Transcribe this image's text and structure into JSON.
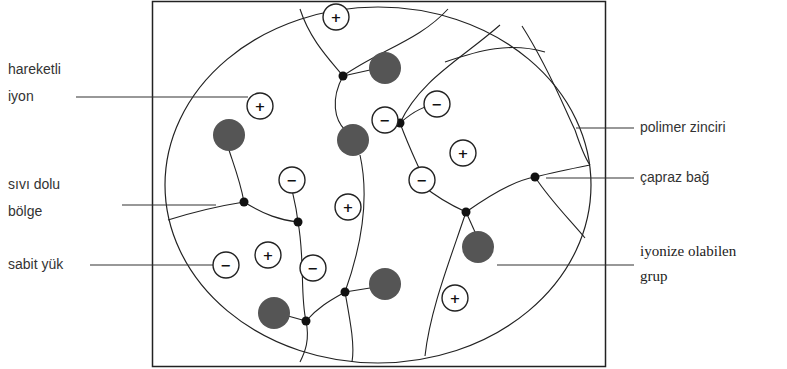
{
  "diagram": {
    "nodes": [
      {
        "text": [
          "+"
        ]
      },
      {
        "text": [
          "+"
        ]
      },
      {
        "text": [
          "−"
        ]
      },
      {
        "text": [
          "−"
        ]
      },
      {
        "text": [
          "+"
        ]
      },
      {
        "text": [
          "−"
        ]
      },
      {
        "text": [
          "−"
        ]
      },
      {
        "text": [
          "+"
        ]
      },
      {
        "text": [
          "+"
        ]
      },
      {
        "text": [
          "−"
        ]
      },
      {
        "text": [
          "−"
        ]
      },
      {
        "text": [
          "+"
        ]
      }
    ],
    "labels": [
      "hareketli iyon",
      "sıvı dolu bölge",
      "sabit yük",
      "polimer zinciri",
      "çapraz bağ",
      "iyonize olabilen grup"
    ]
  }
}
